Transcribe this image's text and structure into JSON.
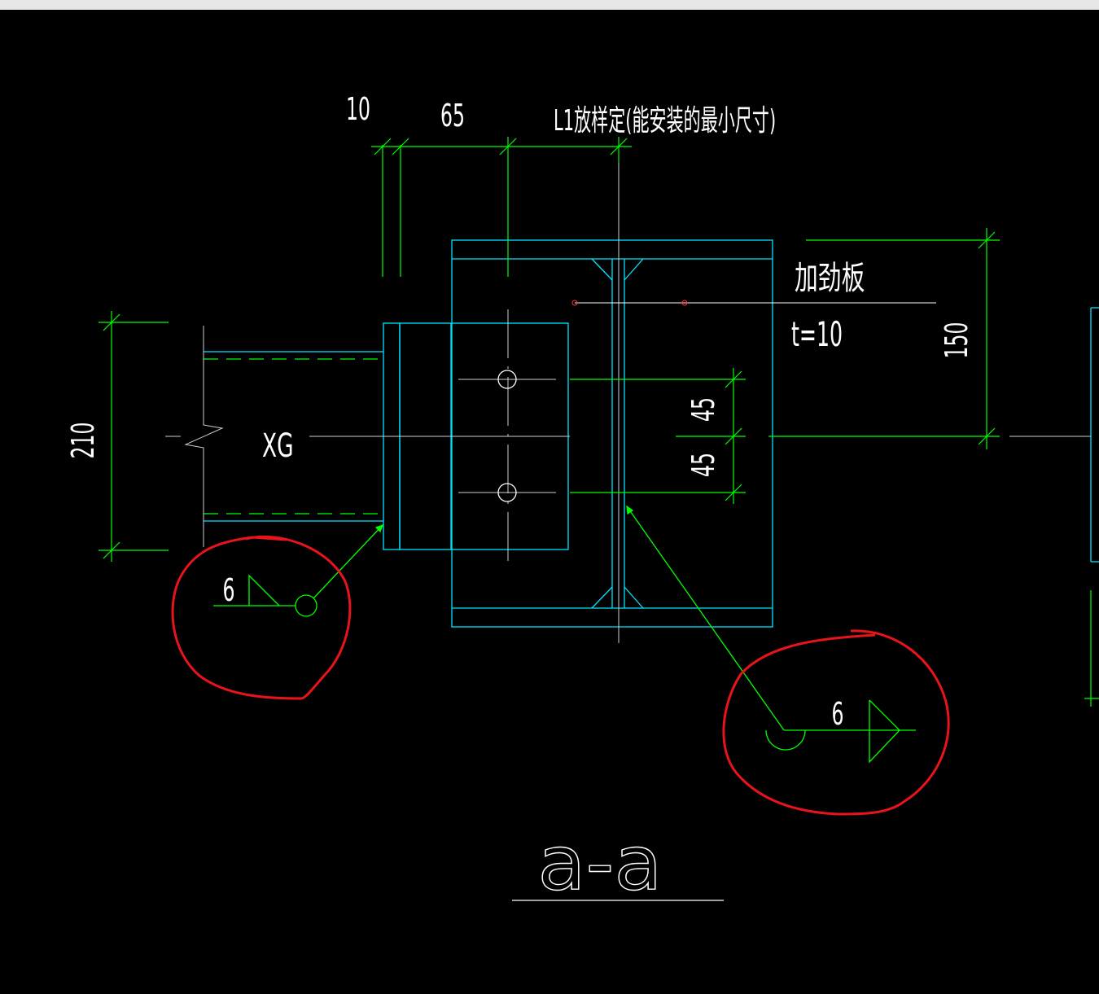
{
  "dimensions": {
    "dim_10": "10",
    "dim_65": "65",
    "dim_210": "210",
    "dim_150": "150",
    "dim_45_top": "45",
    "dim_45_bottom": "45"
  },
  "labels": {
    "l1_note": "L1放样定(能安装的最小尺寸)",
    "stiffener": "加劲板",
    "stiffener_thickness": "t=10",
    "member": "XG"
  },
  "weld_symbols": {
    "left_size": "6",
    "right_size": "6"
  },
  "section_title": "a-a",
  "colors": {
    "background": "#000000",
    "outline": "#00e5ff",
    "dimension": "#00ff00",
    "text": "#ffffff",
    "markup": "#e8141b"
  }
}
